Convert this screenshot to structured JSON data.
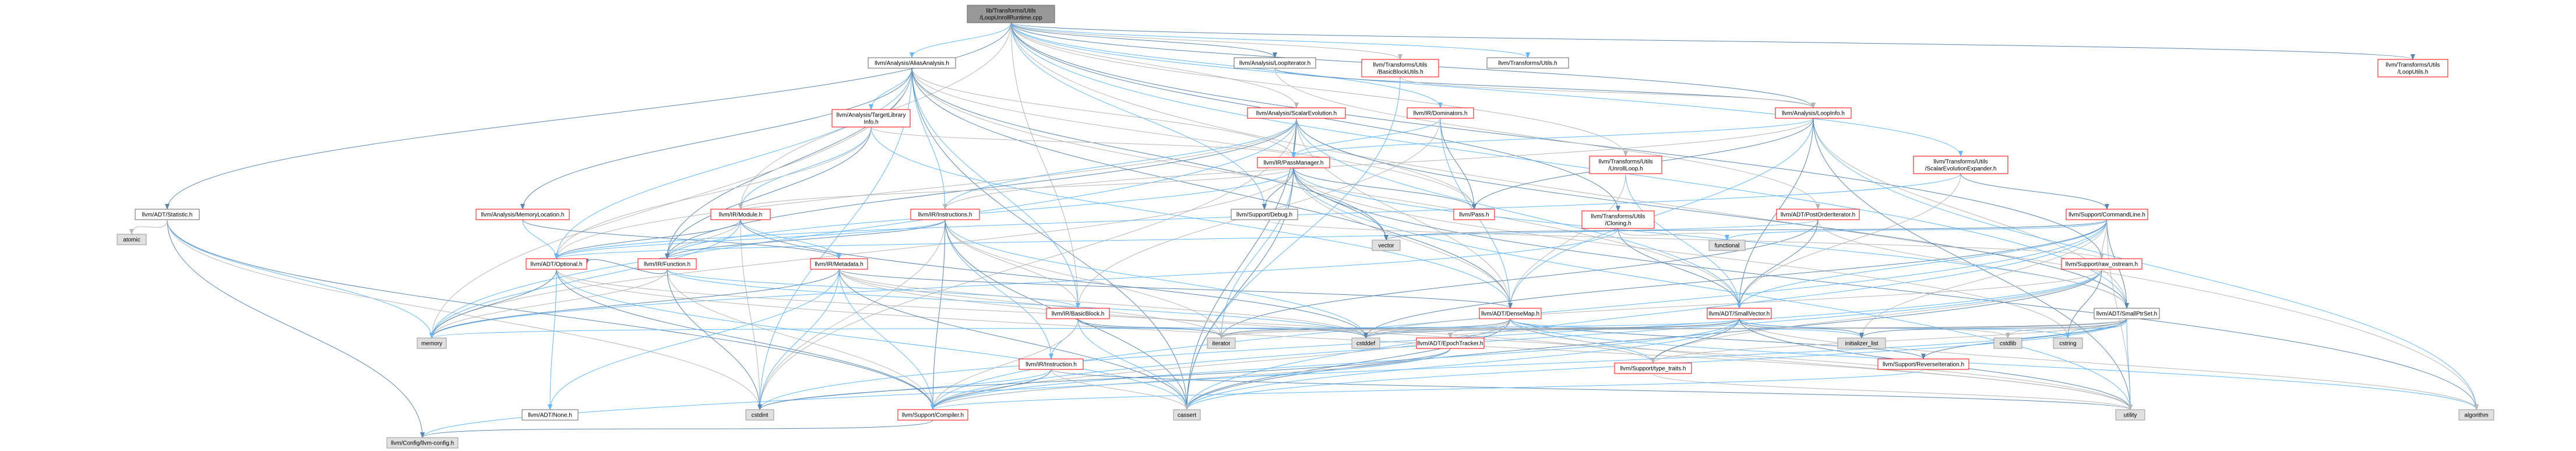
{
  "colors": {
    "root_fill": "#999999",
    "root_stroke": "#666666",
    "linked_stroke": "#ff0000",
    "plain_stroke": "#666666",
    "node_fill": "#ffffff",
    "system_fill": "#e0e0e0",
    "system_stroke": "#999999",
    "edge_blue": "#63b8ff",
    "edge_steel": "#5a86b0",
    "edge_gray": "#b7b7b7"
  },
  "nodes": {
    "root": {
      "lines": [
        "lib/Transforms/Utils",
        "/LoopUnrollRuntime.cpp"
      ],
      "style": "root"
    },
    "aa": {
      "lines": [
        "llvm/Analysis/AliasAnalysis.h"
      ],
      "style": "plain"
    },
    "loopiter": {
      "lines": [
        "llvm/Analysis/LoopIterator.h"
      ],
      "style": "plain"
    },
    "bbutils": {
      "lines": [
        "llvm/Transforms/Utils",
        "/BasicBlockUtils.h"
      ],
      "style": "linked"
    },
    "utils": {
      "lines": [
        "llvm/Transforms/Utils.h"
      ],
      "style": "plain"
    },
    "looputils": {
      "lines": [
        "llvm/Transforms/Utils",
        "/LoopUtils.h"
      ],
      "style": "linked"
    },
    "tli": {
      "lines": [
        "llvm/Analysis/TargetLibrary",
        "Info.h"
      ],
      "style": "linked"
    },
    "scev": {
      "lines": [
        "llvm/Analysis/ScalarEvolution.h"
      ],
      "style": "linked"
    },
    "dominators": {
      "lines": [
        "llvm/IR/Dominators.h"
      ],
      "style": "linked"
    },
    "loopinfo": {
      "lines": [
        "llvm/Analysis/LoopInfo.h"
      ],
      "style": "linked"
    },
    "passmanager": {
      "lines": [
        "llvm/IR/PassManager.h"
      ],
      "style": "linked"
    },
    "unrollloop": {
      "lines": [
        "llvm/Transforms/Utils",
        "/UnrollLoop.h"
      ],
      "style": "linked"
    },
    "scevexp": {
      "lines": [
        "llvm/Transforms/Utils",
        "/ScalarEvolutionExpander.h"
      ],
      "style": "linked"
    },
    "statistic": {
      "lines": [
        "llvm/ADT/Statistic.h"
      ],
      "style": "plain"
    },
    "memloc": {
      "lines": [
        "llvm/Analysis/MemoryLocation.h"
      ],
      "style": "linked"
    },
    "module": {
      "lines": [
        "llvm/IR/Module.h"
      ],
      "style": "linked"
    },
    "instructions": {
      "lines": [
        "llvm/IR/Instructions.h"
      ],
      "style": "linked"
    },
    "debug": {
      "lines": [
        "llvm/Support/Debug.h"
      ],
      "style": "plain"
    },
    "pass": {
      "lines": [
        "llvm/Pass.h"
      ],
      "style": "linked"
    },
    "cloning": {
      "lines": [
        "llvm/Transforms/Utils",
        "/Cloning.h"
      ],
      "style": "linked"
    },
    "postorder": {
      "lines": [
        "llvm/ADT/PostOrderIterator.h"
      ],
      "style": "linked"
    },
    "cmdline": {
      "lines": [
        "llvm/Support/CommandLine.h"
      ],
      "style": "linked"
    },
    "atomic": {
      "lines": [
        "atomic"
      ],
      "style": "system"
    },
    "optional": {
      "lines": [
        "llvm/ADT/Optional.h"
      ],
      "style": "linked"
    },
    "function": {
      "lines": [
        "llvm/IR/Function.h"
      ],
      "style": "linked"
    },
    "metadata": {
      "lines": [
        "llvm/IR/Metadata.h"
      ],
      "style": "linked"
    },
    "vector": {
      "lines": [
        "vector"
      ],
      "style": "system"
    },
    "functional": {
      "lines": [
        "functional"
      ],
      "style": "system"
    },
    "rawostream": {
      "lines": [
        "llvm/Support/raw_ostream.h"
      ],
      "style": "linked"
    },
    "basicblock": {
      "lines": [
        "llvm/IR/BasicBlock.h"
      ],
      "style": "linked"
    },
    "densemap": {
      "lines": [
        "llvm/ADT/DenseMap.h"
      ],
      "style": "linked"
    },
    "smallvector": {
      "lines": [
        "llvm/ADT/SmallVector.h"
      ],
      "style": "linked"
    },
    "smallptrset": {
      "lines": [
        "llvm/ADT/SmallPtrSet.h"
      ],
      "style": "plain"
    },
    "memory": {
      "lines": [
        "memory"
      ],
      "style": "system"
    },
    "instruction": {
      "lines": [
        "llvm/IR/Instruction.h"
      ],
      "style": "linked"
    },
    "iterator": {
      "lines": [
        "iterator"
      ],
      "style": "system"
    },
    "cstddef": {
      "lines": [
        "cstddef"
      ],
      "style": "system"
    },
    "epochtracker": {
      "lines": [
        "llvm/ADT/EpochTracker.h"
      ],
      "style": "linked"
    },
    "typetraits": {
      "lines": [
        "llvm/Support/type_traits.h"
      ],
      "style": "linked"
    },
    "initlist": {
      "lines": [
        "initializer_list"
      ],
      "style": "system"
    },
    "cstdlib": {
      "lines": [
        "cstdlib"
      ],
      "style": "system"
    },
    "cstring": {
      "lines": [
        "cstring"
      ],
      "style": "system"
    },
    "reverseiter": {
      "lines": [
        "llvm/Support/ReverseIteration.h"
      ],
      "style": "linked"
    },
    "none": {
      "lines": [
        "llvm/ADT/None.h"
      ],
      "style": "plain"
    },
    "cstdint": {
      "lines": [
        "cstdint"
      ],
      "style": "system"
    },
    "compiler": {
      "lines": [
        "llvm/Support/Compiler.h"
      ],
      "style": "linked"
    },
    "cassert": {
      "lines": [
        "cassert"
      ],
      "style": "system"
    },
    "utility": {
      "lines": [
        "utility"
      ],
      "style": "system"
    },
    "algorithm": {
      "lines": [
        "algorithm"
      ],
      "style": "system"
    },
    "config": {
      "lines": [
        "llvm/Config/llvm-config.h"
      ],
      "style": "system"
    }
  },
  "edges": [
    [
      "root",
      "aa"
    ],
    [
      "root",
      "loopiter"
    ],
    [
      "root",
      "bbutils"
    ],
    [
      "root",
      "utils"
    ],
    [
      "root",
      "looputils"
    ],
    [
      "root",
      "scev"
    ],
    [
      "root",
      "dominators"
    ],
    [
      "root",
      "loopinfo"
    ],
    [
      "root",
      "unrollloop"
    ],
    [
      "root",
      "scevexp"
    ],
    [
      "root",
      "statistic"
    ],
    [
      "root",
      "module"
    ],
    [
      "root",
      "debug"
    ],
    [
      "root",
      "cloning"
    ],
    [
      "root",
      "basicblock"
    ],
    [
      "root",
      "smallptrset"
    ],
    [
      "root",
      "rawostream"
    ],
    [
      "root",
      "algorithm"
    ],
    [
      "aa",
      "tli"
    ],
    [
      "aa",
      "memloc"
    ],
    [
      "aa",
      "passmanager"
    ],
    [
      "aa",
      "instructions"
    ],
    [
      "aa",
      "function"
    ],
    [
      "aa",
      "pass"
    ],
    [
      "aa",
      "optional"
    ],
    [
      "aa",
      "densemap"
    ],
    [
      "aa",
      "smallvector"
    ],
    [
      "aa",
      "cstdint"
    ],
    [
      "aa",
      "vector"
    ],
    [
      "aa",
      "memory"
    ],
    [
      "aa",
      "basicblock"
    ],
    [
      "aa",
      "cassert"
    ],
    [
      "tli",
      "passmanager"
    ],
    [
      "tli",
      "module"
    ],
    [
      "tli",
      "function"
    ],
    [
      "tli",
      "optional"
    ],
    [
      "tli",
      "densemap"
    ],
    [
      "scev",
      "passmanager"
    ],
    [
      "scev",
      "pass"
    ],
    [
      "scev",
      "instructions"
    ],
    [
      "scev",
      "function"
    ],
    [
      "scev",
      "densemap"
    ],
    [
      "scev",
      "smallvector"
    ],
    [
      "scev",
      "smallptrset"
    ],
    [
      "scev",
      "optional"
    ],
    [
      "scev",
      "memory"
    ],
    [
      "scev",
      "cassert"
    ],
    [
      "scev",
      "cstdint"
    ],
    [
      "dominators",
      "passmanager"
    ],
    [
      "dominators",
      "pass"
    ],
    [
      "dominators",
      "basicblock"
    ],
    [
      "dominators",
      "densemap"
    ],
    [
      "loopiter",
      "loopinfo"
    ],
    [
      "loopiter",
      "postorder"
    ],
    [
      "loopinfo",
      "passmanager"
    ],
    [
      "loopinfo",
      "pass"
    ],
    [
      "loopinfo",
      "instructions"
    ],
    [
      "loopinfo",
      "densemap"
    ],
    [
      "loopinfo",
      "smallvector"
    ],
    [
      "loopinfo",
      "smallptrset"
    ],
    [
      "loopinfo",
      "algorithm"
    ],
    [
      "loopinfo",
      "utility"
    ],
    [
      "bbutils",
      "loopinfo"
    ],
    [
      "bbutils",
      "cassert"
    ],
    [
      "passmanager",
      "pass"
    ],
    [
      "passmanager",
      "module"
    ],
    [
      "passmanager",
      "function"
    ],
    [
      "passmanager",
      "debug"
    ],
    [
      "passmanager",
      "densemap"
    ],
    [
      "passmanager",
      "smallptrset"
    ],
    [
      "passmanager",
      "vector"
    ],
    [
      "passmanager",
      "memory"
    ],
    [
      "passmanager",
      "iterator"
    ],
    [
      "passmanager",
      "cassert"
    ],
    [
      "passmanager",
      "cstring"
    ],
    [
      "passmanager",
      "utility"
    ],
    [
      "passmanager",
      "algorithm"
    ],
    [
      "unrollloop",
      "densemap"
    ],
    [
      "unrollloop",
      "smallvector"
    ],
    [
      "scevexp",
      "cmdline"
    ],
    [
      "scevexp",
      "smallvector"
    ],
    [
      "scevexp",
      "optional"
    ],
    [
      "cloning",
      "smallvector"
    ],
    [
      "cloning",
      "functional"
    ],
    [
      "cloning",
      "memory"
    ],
    [
      "postorder",
      "smallvector"
    ],
    [
      "postorder",
      "smallptrset"
    ],
    [
      "postorder",
      "optional"
    ],
    [
      "postorder",
      "iterator"
    ],
    [
      "postorder",
      "set"
    ],
    [
      "cmdline",
      "smallvector"
    ],
    [
      "cmdline",
      "smallptrset"
    ],
    [
      "cmdline",
      "rawostream"
    ],
    [
      "cmdline",
      "functional"
    ],
    [
      "cmdline",
      "vector"
    ],
    [
      "cmdline",
      "initlist"
    ],
    [
      "cmdline",
      "cassert"
    ],
    [
      "cmdline",
      "cstddef"
    ],
    [
      "cmdline",
      "utility"
    ],
    [
      "cmdline",
      "compiler"
    ],
    [
      "statistic",
      "compiler"
    ],
    [
      "statistic",
      "atomic"
    ],
    [
      "statistic",
      "memory"
    ],
    [
      "statistic",
      "config"
    ],
    [
      "statistic",
      "cstdint"
    ],
    [
      "memloc",
      "optional"
    ],
    [
      "memloc",
      "metadata"
    ],
    [
      "module",
      "function"
    ],
    [
      "module",
      "metadata"
    ],
    [
      "module",
      "cstddef"
    ],
    [
      "module",
      "cstdint"
    ],
    [
      "module",
      "memory"
    ],
    [
      "module",
      "optional"
    ],
    [
      "instructions",
      "basicblock"
    ],
    [
      "instructions",
      "instruction"
    ],
    [
      "instructions",
      "function"
    ],
    [
      "instructions",
      "iterator"
    ],
    [
      "instructions",
      "cstddef"
    ],
    [
      "instructions",
      "cassert"
    ],
    [
      "instructions",
      "cstdint"
    ],
    [
      "instructions",
      "optional"
    ],
    [
      "instructions",
      "compiler"
    ],
    [
      "debug",
      "rawostream"
    ],
    [
      "optional",
      "none"
    ],
    [
      "optional",
      "compiler"
    ],
    [
      "optional",
      "typetraits"
    ],
    [
      "optional",
      "cassert"
    ],
    [
      "optional",
      "memory"
    ],
    [
      "optional",
      "utility"
    ],
    [
      "function",
      "basicblock"
    ],
    [
      "function",
      "optional"
    ],
    [
      "function",
      "compiler"
    ],
    [
      "function",
      "cstddef"
    ],
    [
      "function",
      "cstdint"
    ],
    [
      "function",
      "memory"
    ],
    [
      "metadata",
      "none"
    ],
    [
      "metadata",
      "densemap"
    ],
    [
      "metadata",
      "iterator"
    ],
    [
      "metadata",
      "compiler"
    ],
    [
      "metadata",
      "cassert"
    ],
    [
      "metadata",
      "cstddef"
    ],
    [
      "metadata",
      "cstdint"
    ],
    [
      "metadata",
      "memory"
    ],
    [
      "metadata",
      "utility"
    ],
    [
      "rawostream",
      "compiler"
    ],
    [
      "rawostream",
      "cassert"
    ],
    [
      "rawostream",
      "cstddef"
    ],
    [
      "rawostream",
      "cstdint"
    ],
    [
      "rawostream",
      "cstring"
    ],
    [
      "rawostream",
      "typetraits"
    ],
    [
      "basicblock",
      "instruction"
    ],
    [
      "basicblock",
      "iterator"
    ],
    [
      "basicblock",
      "compiler"
    ],
    [
      "basicblock",
      "cassert"
    ],
    [
      "basicblock",
      "cstddef"
    ],
    [
      "densemap",
      "epochtracker"
    ],
    [
      "densemap",
      "typetraits"
    ],
    [
      "densemap",
      "reverseiter"
    ],
    [
      "densemap",
      "compiler"
    ],
    [
      "densemap",
      "algorithm"
    ],
    [
      "densemap",
      "cassert"
    ],
    [
      "densemap",
      "cstddef"
    ],
    [
      "densemap",
      "initlist"
    ],
    [
      "densemap",
      "iterator"
    ],
    [
      "densemap",
      "utility"
    ],
    [
      "smallvector",
      "compiler"
    ],
    [
      "smallvector",
      "typetraits"
    ],
    [
      "smallvector",
      "algorithm"
    ],
    [
      "smallvector",
      "cassert"
    ],
    [
      "smallvector",
      "cstddef"
    ],
    [
      "smallvector",
      "cstdlib"
    ],
    [
      "smallvector",
      "cstring"
    ],
    [
      "smallvector",
      "initlist"
    ],
    [
      "smallvector",
      "iterator"
    ],
    [
      "smallvector",
      "memory"
    ],
    [
      "smallvector",
      "utility"
    ],
    [
      "smallptrset",
      "epochtracker"
    ],
    [
      "smallptrset",
      "compiler"
    ],
    [
      "smallptrset",
      "reverseiter"
    ],
    [
      "smallptrset",
      "typetraits"
    ],
    [
      "smallptrset",
      "cassert"
    ],
    [
      "smallptrset",
      "cstddef"
    ],
    [
      "smallptrset",
      "cstdlib"
    ],
    [
      "smallptrset",
      "cstring"
    ],
    [
      "smallptrset",
      "initlist"
    ],
    [
      "smallptrset",
      "iterator"
    ],
    [
      "smallptrset",
      "utility"
    ],
    [
      "instruction",
      "compiler"
    ],
    [
      "instruction",
      "cassert"
    ],
    [
      "instruction",
      "cstdint"
    ],
    [
      "instruction",
      "utility"
    ],
    [
      "epochtracker",
      "compiler"
    ],
    [
      "epochtracker",
      "config"
    ],
    [
      "epochtracker",
      "cstdint"
    ],
    [
      "typetraits",
      "utility"
    ],
    [
      "reverseiter",
      "compiler"
    ],
    [
      "compiler",
      "config"
    ]
  ]
}
